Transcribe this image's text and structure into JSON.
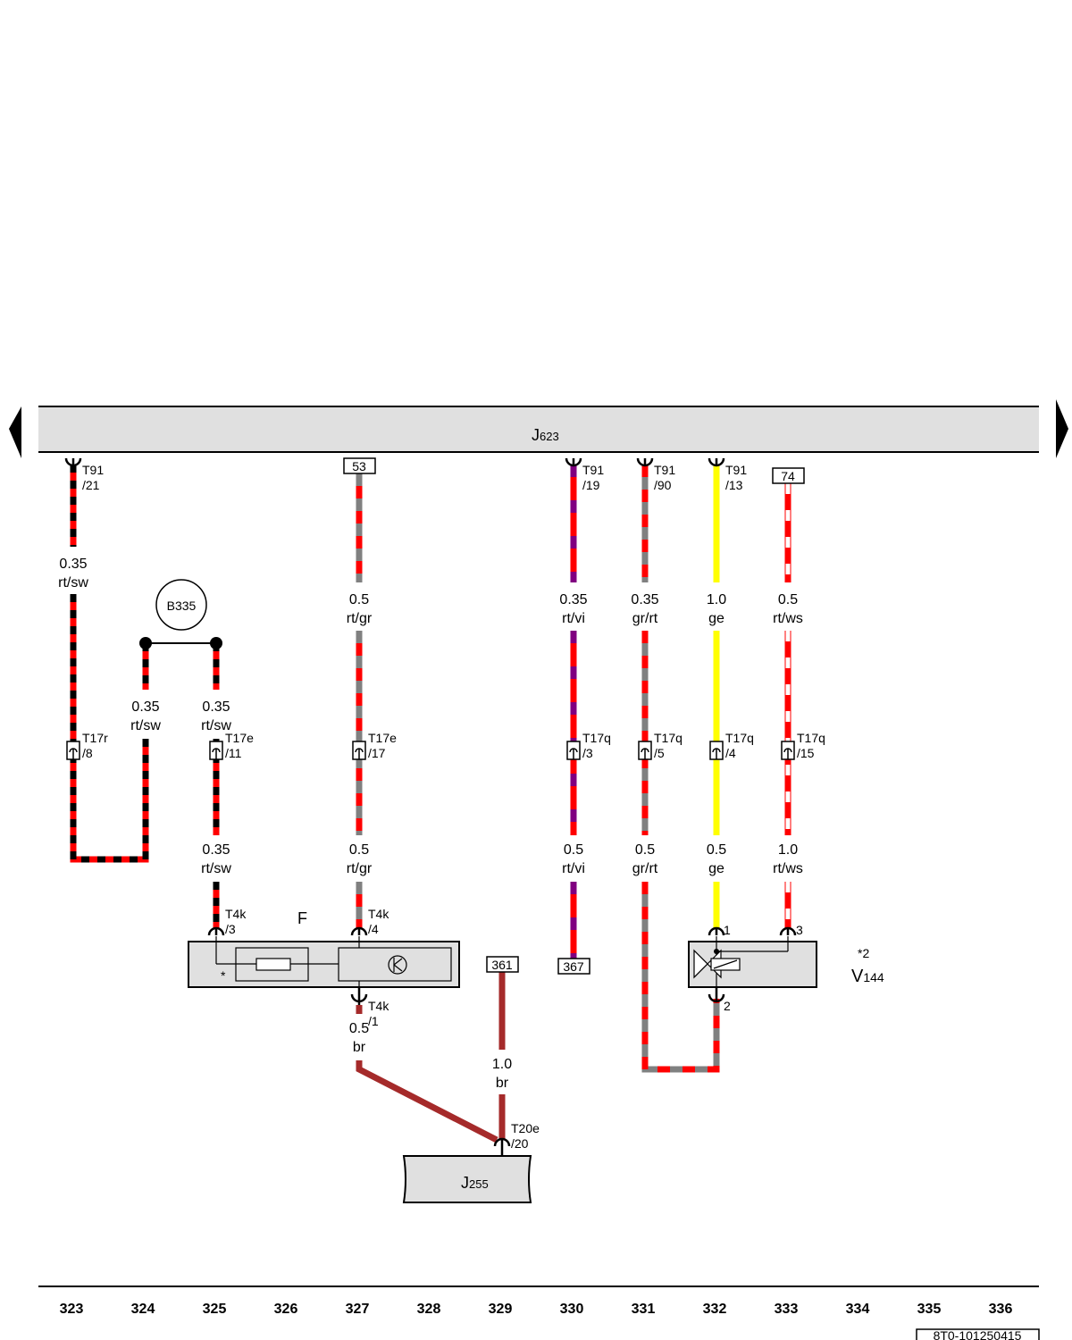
{
  "bus": {
    "name": "J",
    "sub": "623"
  },
  "bottom_unit": {
    "name": "J",
    "sub": "255"
  },
  "component_F": {
    "label": "F",
    "star": "*"
  },
  "component_V144": {
    "name": "V",
    "sub": "144",
    "note": "*2"
  },
  "ground": {
    "label": "B335"
  },
  "refs": {
    "r53": "53",
    "r74": "74",
    "r361": "361",
    "r367": "367"
  },
  "connectors": {
    "t91_21_a": "T91",
    "t91_21_b": "/21",
    "t91_19_a": "T91",
    "t91_19_b": "/19",
    "t91_90_a": "T91",
    "t91_90_b": "/90",
    "t91_13_a": "T91",
    "t91_13_b": "/13",
    "t17r_8_a": "T17r",
    "t17r_8_b": "/8",
    "t17e_11_a": "T17e",
    "t17e_11_b": "/11",
    "t17e_17_a": "T17e",
    "t17e_17_b": "/17",
    "t17q_3_a": "T17q",
    "t17q_3_b": "/3",
    "t17q_5_a": "T17q",
    "t17q_5_b": "/5",
    "t17q_4_a": "T17q",
    "t17q_4_b": "/4",
    "t17q_15_a": "T17q",
    "t17q_15_b": "/15",
    "t4k_3_a": "T4k",
    "t4k_3_b": "/3",
    "t4k_4_a": "T4k",
    "t4k_4_b": "/4",
    "t4k_1_a": "T4k",
    "t4k_1_b": "/1",
    "t20e_20_a": "T20e",
    "t20e_20_b": "/20",
    "v144_pin1": "1",
    "v144_pin2": "2",
    "v144_pin3": "3"
  },
  "wires": {
    "w1_s": "0.35",
    "w1_c": "rt/sw",
    "w2_s": "0.35",
    "w2_c": "rt/sw",
    "w3_s": "0.35",
    "w3_c": "rt/sw",
    "w4_s": "0.35",
    "w4_c": "rt/sw",
    "w5_s": "0.5",
    "w5_c": "rt/gr",
    "w6_s": "0.5",
    "w6_c": "rt/gr",
    "w7_s": "0.35",
    "w7_c": "rt/vi",
    "w8_s": "0.5",
    "w8_c": "rt/vi",
    "w9_s": "0.35",
    "w9_c": "gr/rt",
    "w10_s": "0.5",
    "w10_c": "gr/rt",
    "w11_s": "1.0",
    "w11_c": "ge",
    "w12_s": "0.5",
    "w12_c": "ge",
    "w13_s": "0.5",
    "w13_c": "rt/ws",
    "w14_s": "1.0",
    "w14_c": "rt/ws",
    "w15_s": "0.5",
    "w15_c": "br",
    "w16_s": "1.0",
    "w16_c": "br"
  },
  "ruler": [
    "323",
    "324",
    "325",
    "326",
    "327",
    "328",
    "329",
    "330",
    "331",
    "332",
    "333",
    "334",
    "335",
    "336"
  ],
  "doc_id": "8T0-101250415",
  "colors": {
    "rt": "#ff0000",
    "sw": "#000000",
    "gr": "#808080",
    "vi": "#800080",
    "ge": "#ffff00",
    "ws": "#ffffff",
    "br": "#a52a2a",
    "panel": "#e0e0e0"
  }
}
